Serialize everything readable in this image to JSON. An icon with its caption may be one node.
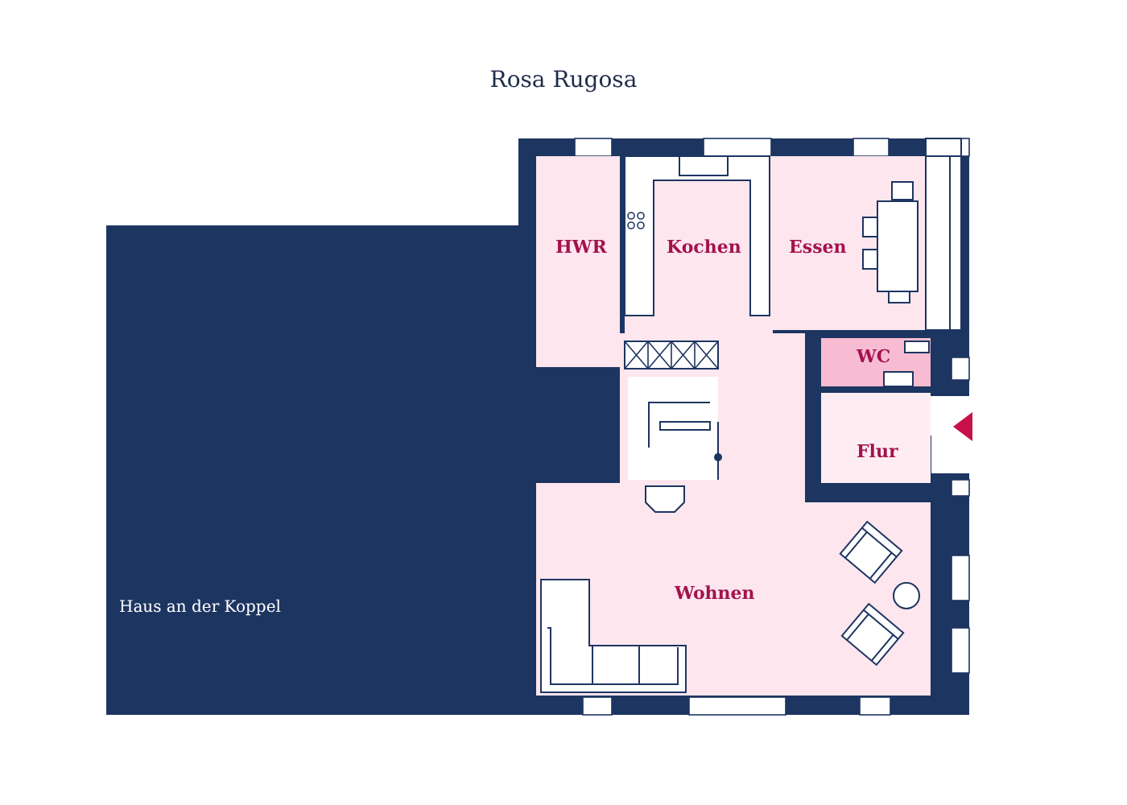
{
  "diagram": {
    "title": "Rosa Rugosa",
    "nodes": [
      {
        "text": [
          "Haus an der Koppel"
        ]
      },
      {
        "text": [
          "HWR"
        ]
      },
      {
        "text": [
          "Kochen"
        ]
      },
      {
        "text": [
          "Essen"
        ]
      },
      {
        "text": [
          "WC"
        ]
      },
      {
        "text": [
          "Flur"
        ]
      },
      {
        "text": [
          "Wohnen"
        ]
      }
    ]
  }
}
